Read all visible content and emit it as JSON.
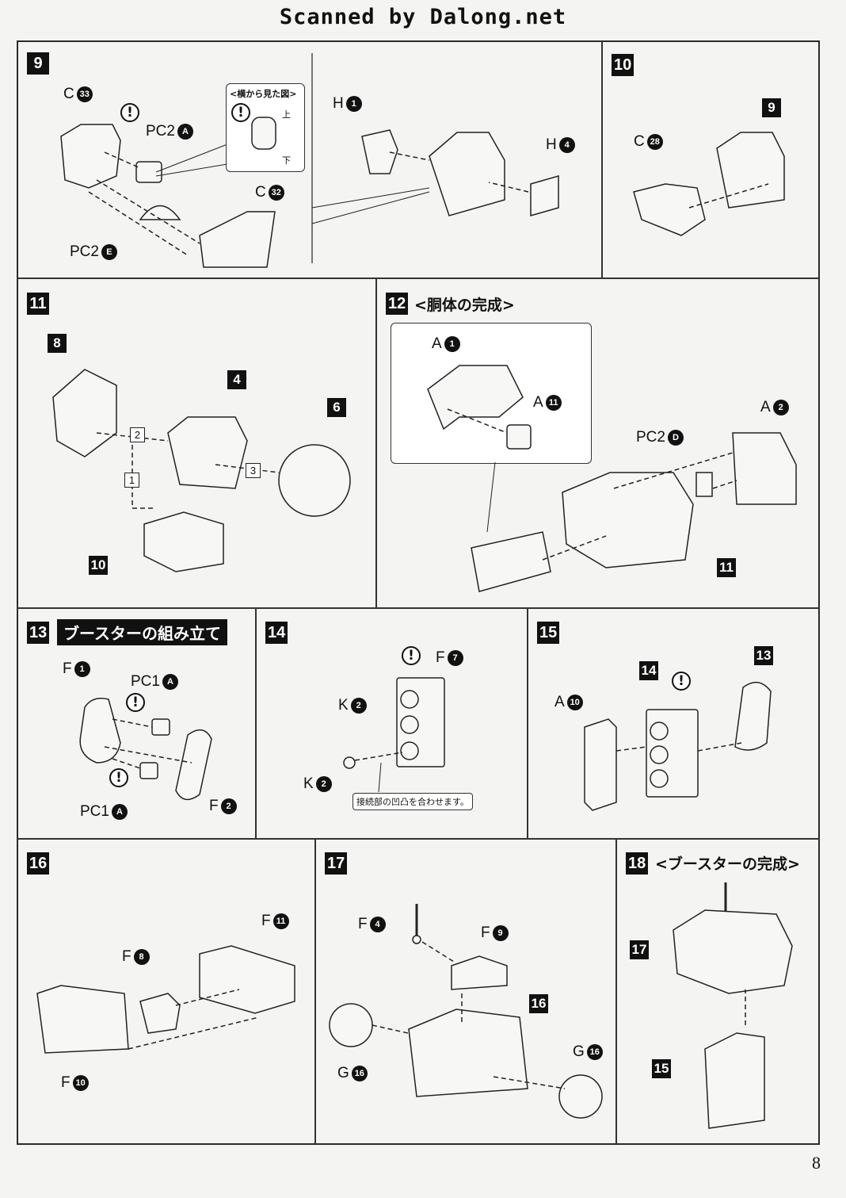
{
  "header": "Scanned by Dalong.net",
  "page_number": "8",
  "steps": {
    "s9": {
      "num": "9",
      "labels": {
        "c33": [
          "C",
          "33"
        ],
        "pc2a": [
          "PC2",
          "A"
        ],
        "pc2e": [
          "PC2",
          "E"
        ],
        "c32": [
          "C",
          "32"
        ],
        "h1": [
          "H",
          "1"
        ],
        "h4": [
          "H",
          "4"
        ]
      },
      "side_view": {
        "title": "<横から見た図>",
        "top": "上",
        "bottom": "下"
      }
    },
    "s10": {
      "num": "10",
      "labels": {
        "c28": [
          "C",
          "28"
        ]
      },
      "ref": "9"
    },
    "s11": {
      "num": "11",
      "refs": [
        "8",
        "4",
        "6",
        "10"
      ],
      "order": [
        "2",
        "1",
        "3"
      ]
    },
    "s12": {
      "num": "12",
      "title": "<胴体の完成>",
      "labels": {
        "a1": [
          "A",
          "1"
        ],
        "a11": [
          "A",
          "11"
        ],
        "a2": [
          "A",
          "2"
        ],
        "pc2d": [
          "PC2",
          "D"
        ]
      },
      "ref": "11"
    },
    "s13": {
      "num": "13",
      "title": "ブースターの組み立て",
      "labels": {
        "f1": [
          "F",
          "1"
        ],
        "pc1a_top": [
          "PC1",
          "A"
        ],
        "pc1a_bot": [
          "PC1",
          "A"
        ],
        "f2": [
          "F",
          "2"
        ]
      }
    },
    "s14": {
      "num": "14",
      "labels": {
        "f7": [
          "F",
          "7"
        ],
        "k2_top": [
          "K",
          "2"
        ],
        "k2_bot": [
          "K",
          "2"
        ]
      },
      "note": "接続部の凹凸を合わせます。"
    },
    "s15": {
      "num": "15",
      "labels": {
        "a10": [
          "A",
          "10"
        ]
      },
      "refs": [
        "14",
        "13"
      ]
    },
    "s16": {
      "num": "16",
      "labels": {
        "f11": [
          "F",
          "11"
        ],
        "f8": [
          "F",
          "8"
        ],
        "f10": [
          "F",
          "10"
        ]
      }
    },
    "s17": {
      "num": "17",
      "labels": {
        "f4": [
          "F",
          "4"
        ],
        "f9": [
          "F",
          "9"
        ],
        "g16_left": [
          "G",
          "16"
        ],
        "g16_right": [
          "G",
          "16"
        ]
      },
      "ref": "16"
    },
    "s18": {
      "num": "18",
      "title": "<ブースターの完成>",
      "refs": [
        "17",
        "15"
      ]
    }
  },
  "caution_mark": "!"
}
